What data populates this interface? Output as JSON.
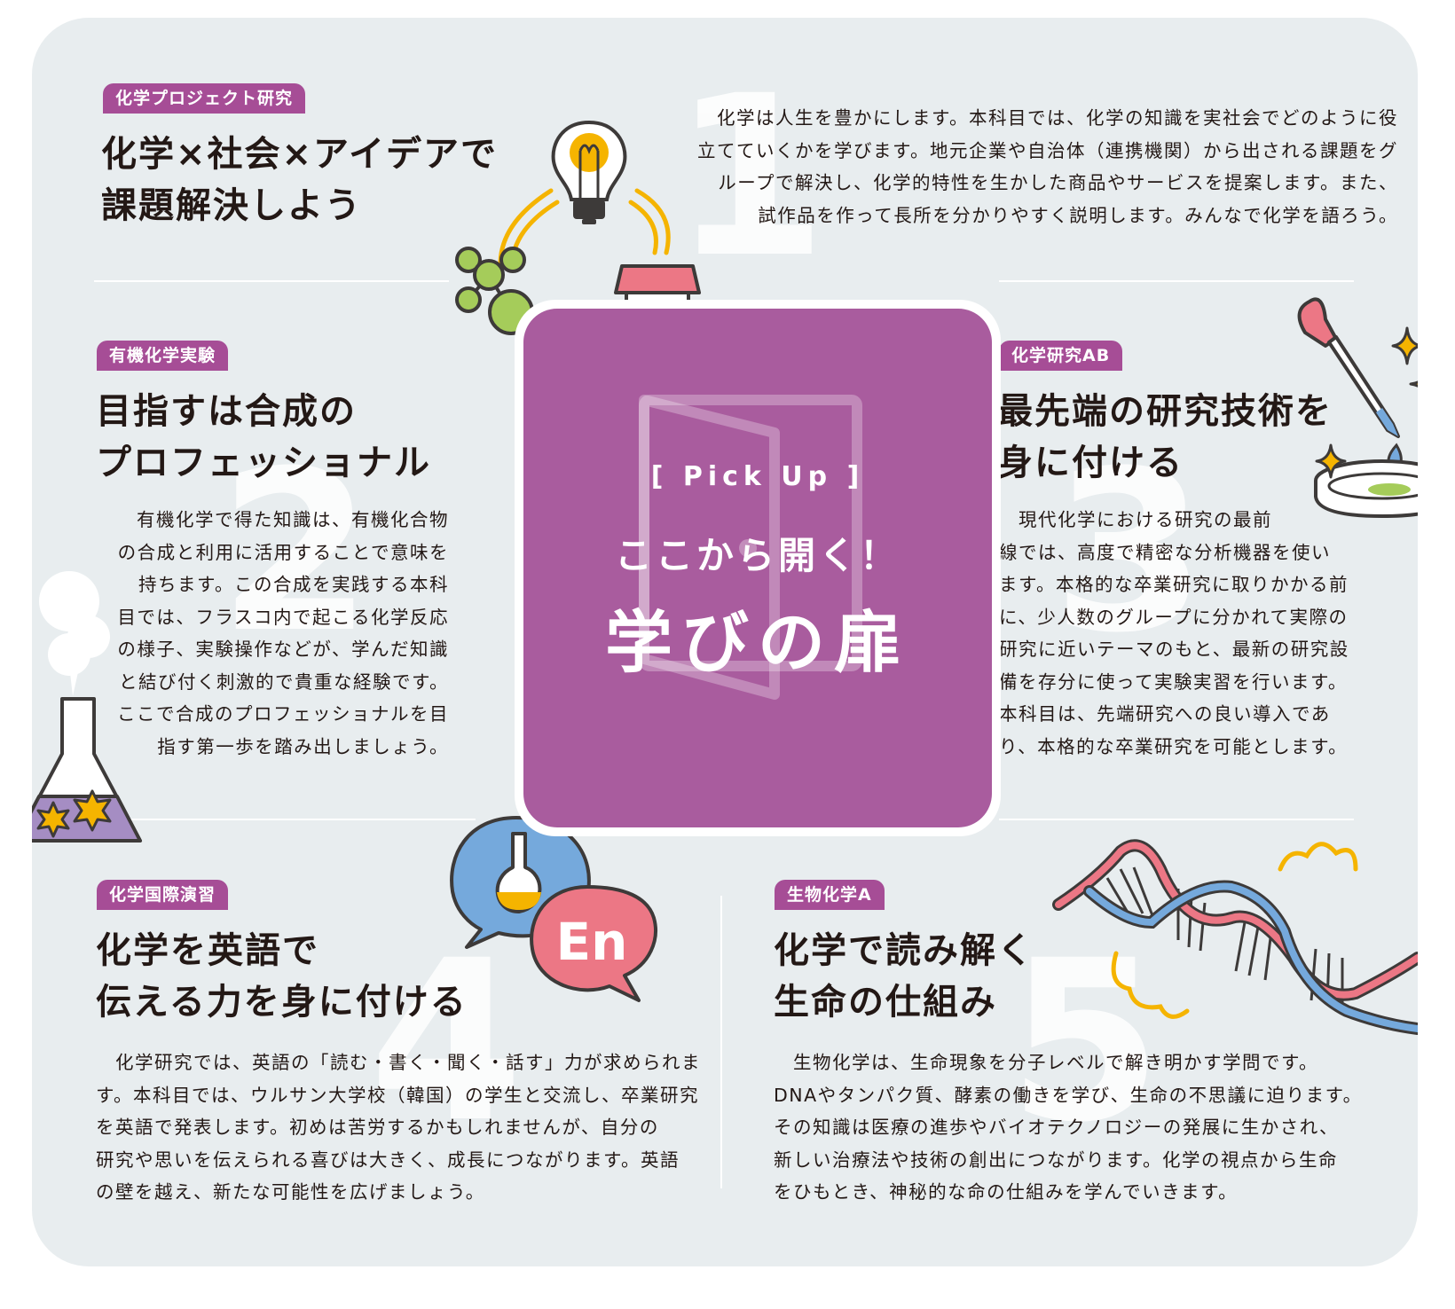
{
  "center": {
    "pickup": "[ Pick Up ]",
    "subtitle": "ここから開く！",
    "title": "学びの扉"
  },
  "sections": [
    {
      "number": "1",
      "tag": "化学プロジェクト研究",
      "heading": "化学×社会×アイデアで\n課題解決しよう",
      "body": "化学は人生を豊かにします。本科目では、化学の知識を実社会でどのように役\n立てていくかを学びます。地元企業や自治体（連携機関）から出される課題をグ\nループで解決し、化学的特性を生かした商品やサービスを提案します。また、\n試作品を作って長所を分かりやすく説明します。みんなで化学を語ろう。",
      "illustration": "lightbulb-molecule-shop-cycle"
    },
    {
      "number": "2",
      "tag": "有機化学実験",
      "heading": "目指すは合成の\nプロフェッショナル",
      "body": "有機化学で得た知識は、有機化合物\nの合成と利用に活用することで意味を\n持ちます。この合成を実践する本科\n目では、フラスコ内で起こる化学反応\nの様子、実験操作などが、学んだ知識\nと結び付く刺激的で貴重な経験です。\nここで合成のプロフェッショナルを目\n指す第一歩を踏み出しましょう。",
      "illustration": "erlenmeyer-flask"
    },
    {
      "number": "3",
      "tag": "化学研究AB",
      "heading": "最先端の研究技術を\n身に付ける",
      "body": "　現代化学における研究の最前\n線では、高度で精密な分析機器を使い\nます。本格的な卒業研究に取りかかる前\nに、少人数のグループに分かれて実際の\n研究に近いテーマのもと、最新の研究設\n備を存分に使って実験実習を行います。\n本科目は、先端研究への良い導入であ\nり、本格的な卒業研究を可能とします。",
      "illustration": "dropper-petri-dish"
    },
    {
      "number": "4",
      "tag": "化学国際演習",
      "heading": "化学を英語で\n伝える力を身に付ける",
      "body": "　化学研究では、英語の「読む・書く・聞く・話す」力が求められま\nす。本科目では、ウルサン大学校（韓国）の学生と交流し、卒業研究\nを英語で発表します。初めは苦労するかもしれませんが、自分の\n研究や思いを伝えられる喜びは大きく、成長につながります。英語\nの壁を越え、新たな可能性を広げましょう。",
      "illustration": "speech-bubbles",
      "bubble_text": "En"
    },
    {
      "number": "5",
      "tag": "生物化学A",
      "heading": "化学で読み解く\n生命の仕組み",
      "body": "　生物化学は、生命現象を分子レベルで解き明かす学問です。\nDNAやタンパク質、酵素の働きを学び、生命の不思議に迫ります。\nその知識は医療の進歩やバイオテクノロジーの発展に生かされ、\n新しい治療法や技術の創出につながります。化学の視点から生命\nをひもとき、神秘的な命の仕組みを学んでいきます。",
      "illustration": "dna-helix"
    }
  ],
  "colors": {
    "panel_bg": "#e8edef",
    "tag_bg": "#a64d96",
    "center_bg": "#a95c9e",
    "text": "#231815",
    "yellow": "#f5b400",
    "pink": "#ec7785",
    "blue": "#75a9dc",
    "green": "#a5cc5a",
    "lavender": "#a58dc3"
  }
}
